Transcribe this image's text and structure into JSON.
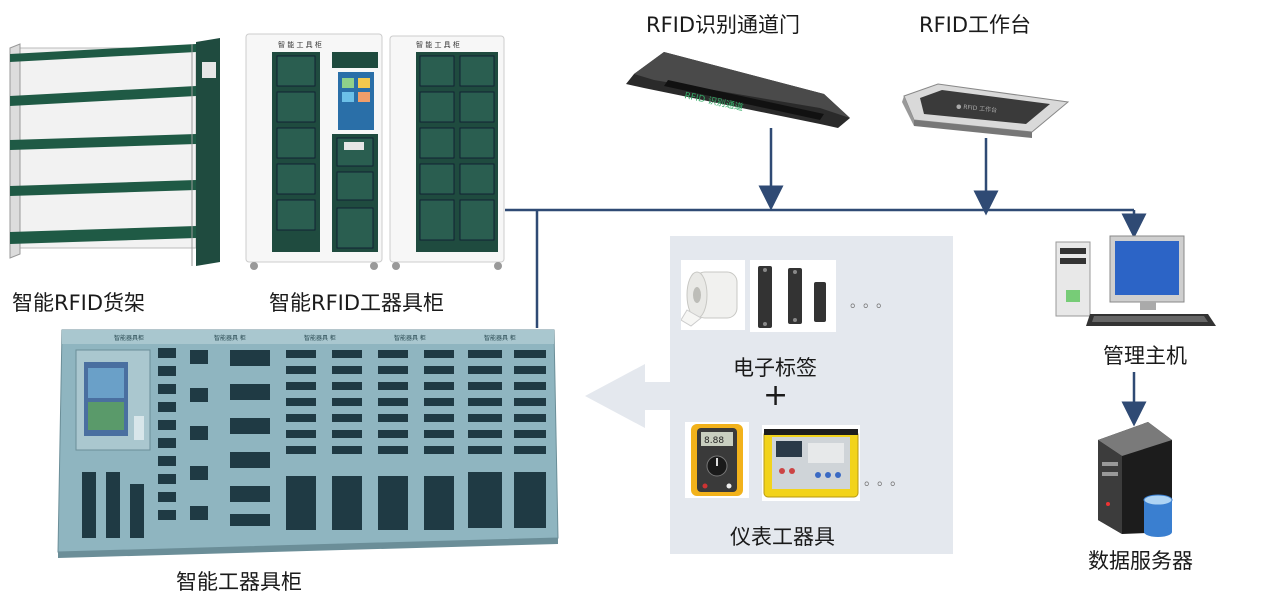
{
  "nodes": {
    "shelf": "智能RFID货架",
    "tool_cabinet_rfid": "智能RFID工器具柜",
    "rfid_gate": "RFID识别通道门",
    "rfid_desk": "RFID工作台",
    "host": "管理主机",
    "server": "数据服务器",
    "smart_cabinet": "智能工器具柜"
  },
  "panel": {
    "tags_label": "电子标签",
    "plus": "+",
    "instruments_label": "仪表工器具",
    "ellipsis_1": "。。。",
    "ellipsis_2": "。。。"
  },
  "colors": {
    "line": "#2f4a74",
    "panel_bg": "#e4e8ee",
    "cabinet_green": "#1f4b3f",
    "cabinet_teal": "#8fb5c0"
  }
}
